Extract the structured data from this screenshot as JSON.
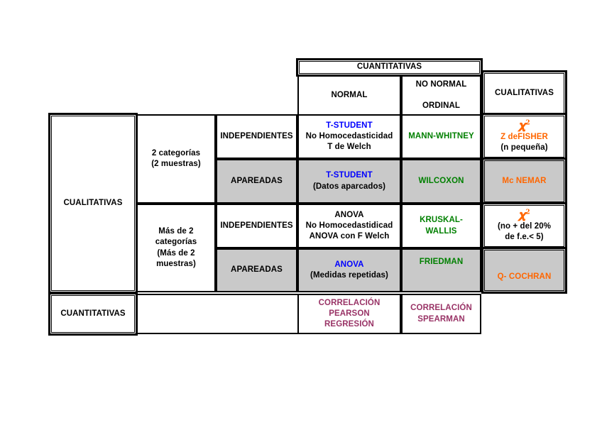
{
  "table": {
    "corner_headers": {
      "quantitative_group": "CUANTITATIVAS",
      "normal": "NORMAL",
      "no_normal": "NO NORMAL",
      "ordinal": "ORDINAL",
      "qualitative": "CUALITATIVAS"
    },
    "row_groups": {
      "qualitative_rowlabel": "CUALITATIVAS",
      "quantitative_rowlabel": "CUANTITATIVAS",
      "two_categories": {
        "line1": "2 categorías",
        "line2": "(2 muestras)"
      },
      "more_than_two": {
        "line1": "Más de 2",
        "line2": "categorías",
        "line3": "(Más de 2",
        "line4": "muestras)"
      },
      "independent": "INDEPENDIENTES",
      "paired": "APAREADAS"
    },
    "cells": {
      "r1_normal": {
        "test": "T-STUDENT",
        "note1": "No Homocedasticidad",
        "note2": "T de Welch"
      },
      "r1_nonormal": {
        "test": "MANN-WHITNEY"
      },
      "r1_qualitative": {
        "symbol": "χ²",
        "test": "Z deFISHER",
        "note1": "(n pequeña)"
      },
      "r2_normal": {
        "test": "T-STUDENT",
        "note1": "(Datos aparcados)"
      },
      "r2_nonormal": {
        "test": "WILCOXON"
      },
      "r2_qualitative": {
        "test": "Mc NEMAR"
      },
      "r3_normal": {
        "test": "ANOVA",
        "note1": "No Homocedastidicad",
        "note2": "ANOVA con F Welch"
      },
      "r3_nonormal": {
        "line1": "KRUSKAL-",
        "line2": "WALLIS"
      },
      "r3_qualitative": {
        "symbol": "χ²",
        "note1": "(no + del 20%",
        "note2": "de f.e.< 5)"
      },
      "r4_normal": {
        "test": "ANOVA",
        "note1": "(Medidas repetidas)"
      },
      "r4_nonormal": {
        "test": "FRIEDMAN"
      },
      "r4_qualitative": {
        "test": "Q- COCHRAN"
      },
      "r5_normal": {
        "line1": "CORRELACIÓN",
        "line2": "PEARSON",
        "line3": "REGRESIÓN"
      },
      "r5_nonormal": {
        "line1": "CORRELACIÓN",
        "line2": "SPEARMAN"
      }
    }
  },
  "colors": {
    "parametric": "#0000ff",
    "nonparametric": "#008000",
    "categorical": "#ff6600",
    "correlation": "#993366",
    "shaded_row": "#c9c9c9",
    "border": "#000000"
  }
}
